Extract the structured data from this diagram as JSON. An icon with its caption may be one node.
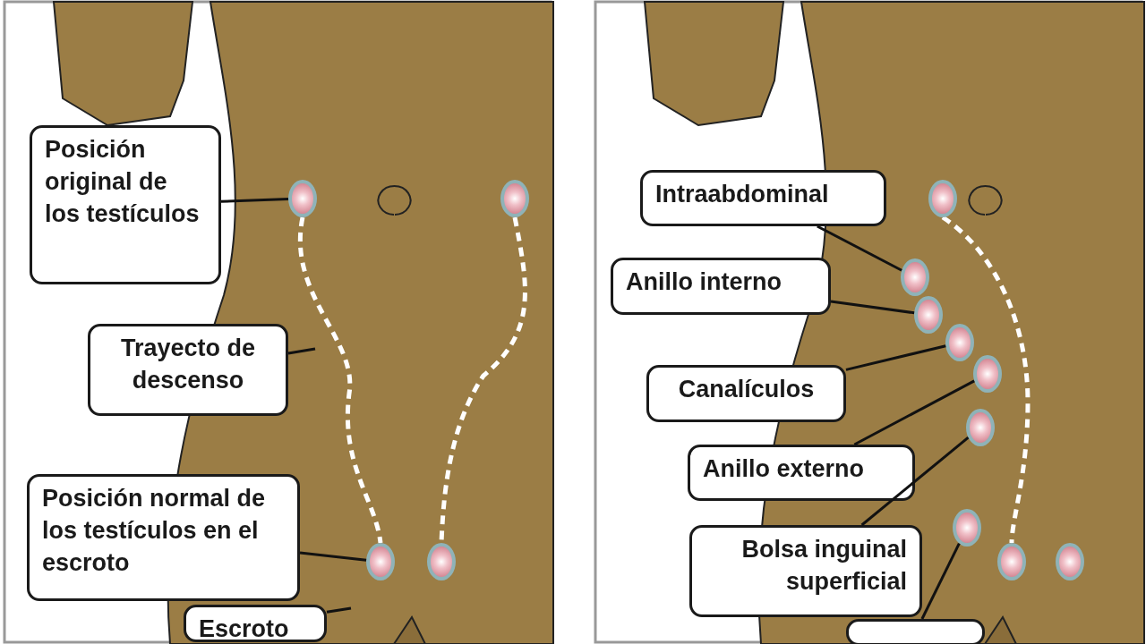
{
  "diagram": {
    "nodes": [
      {
        "text": [
          "Posición original de los testículos"
        ]
      },
      {
        "text": [],
        "shape": "circle"
      },
      {
        "text": [],
        "shape": "circle"
      },
      {
        "text": [
          "Trayecto de descenso"
        ]
      },
      {
        "text": [
          "Posición normal de los testículos en el escroto"
        ]
      },
      {
        "text": [],
        "shape": "circle"
      },
      {
        "text": [],
        "shape": "circle"
      },
      {
        "text": [
          "Escroto"
        ]
      },
      {
        "text": [
          "Intraabdominal"
        ]
      },
      {
        "text": [],
        "shape": "circle"
      },
      {
        "text": [],
        "shape": "circle"
      },
      {
        "text": [
          "Anillo interno"
        ]
      },
      {
        "text": [],
        "shape": "circle"
      },
      {
        "text": [],
        "shape": "circle"
      },
      {
        "text": [
          "Canalículos"
        ]
      },
      {
        "text": [],
        "shape": "circle"
      },
      {
        "text": [
          "Anillo externo"
        ]
      },
      {
        "text": [],
        "shape": "circle"
      },
      {
        "text": [
          "Bolsa inguinal superficial"
        ]
      },
      {
        "text": [],
        "shape": "circle"
      },
      {
        "text": [],
        "shape": "circle"
      },
      {
        "text": [],
        "shape": "circle"
      },
      {
        "text": [],
        "shape": "box"
      }
    ],
    "edges": [
      {
        "from": 0,
        "to": 1,
        "arrow": "none"
      },
      {
        "from": 3,
        "to": null,
        "arrow": "none"
      },
      {
        "from": 4,
        "to": 5,
        "arrow": "none"
      },
      {
        "from": 7,
        "to": null,
        "arrow": "none"
      },
      {
        "from": 8,
        "to": 10,
        "arrow": "none"
      },
      {
        "from": 11,
        "to": 12,
        "arrow": "none"
      },
      {
        "from": 14,
        "to": 13,
        "arrow": "none"
      },
      {
        "from": 16,
        "to": 15,
        "arrow": "none"
      },
      {
        "from": 18,
        "to": 17,
        "arrow": "none"
      },
      {
        "from": 22,
        "to": 19,
        "arrow": "none"
      },
      {
        "from": 1,
        "to": 5,
        "arrow": "none",
        "style": "dashed",
        "color": "#ffffff"
      },
      {
        "from": 2,
        "to": 6,
        "arrow": "none",
        "style": "dashed",
        "color": "#ffffff"
      },
      {
        "from": 9,
        "to": 20,
        "arrow": "none",
        "style": "dashed",
        "color": "#ffffff"
      }
    ]
  }
}
